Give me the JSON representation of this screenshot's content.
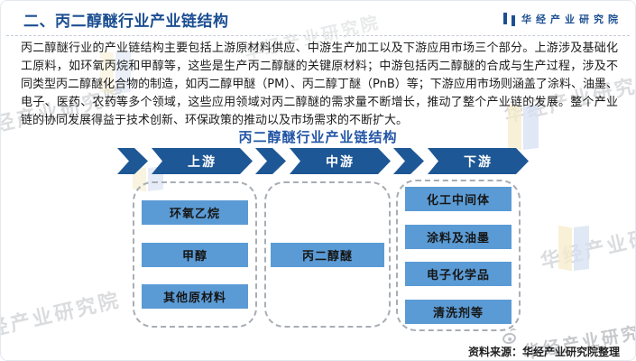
{
  "header": {
    "title": "二、丙二醇醚行业产业链结构",
    "logo_text": "华经产业研究院"
  },
  "paragraph": "丙二醇醚行业的产业链结构主要包括上游原材料供应、中游生产加工以及下游应用市场三个部分。上游涉及基础化工原料，如环氧丙烷和甲醇等，这些是生产丙二醇醚的关键原材料；中游包括丙二醇醚的合成与生产过程，涉及不同类型丙二醇醚化合物的制造，如丙二醇甲醚（PM）、丙二醇丁醚（PnB）等；下游应用市场则涵盖了涂料、油墨、电子、医药、农药等多个领域，这些应用领域对丙二醇醚的需求量不断增长，推动了整个产业链的发展。整个产业链的协同发展得益于技术创新、环保政策的推动以及市场需求的不断扩大。",
  "diagram": {
    "title": "丙二醇醚行业产业链结构",
    "stages": [
      {
        "label": "上游",
        "items": [
          "环氧乙烷",
          "甲醇",
          "其他原材料"
        ]
      },
      {
        "label": "中游",
        "items": [
          "丙二醇醚"
        ]
      },
      {
        "label": "下游",
        "items": [
          "化工中间体",
          "涂料及油墨",
          "电子化学品",
          "清洗剂等"
        ]
      }
    ]
  },
  "source_note": "资料来源：华经产业研究院整理",
  "watermarks": {
    "full": "华经产业研究院",
    "partial_left": "经产业研究院",
    "partial_right": "华经产业研究"
  },
  "colors": {
    "header_blue": "#1C4F92",
    "diagram_title_blue": "#2356A6",
    "arrow_blue": "#1E5795",
    "node_blue": "#5B9BD5"
  }
}
